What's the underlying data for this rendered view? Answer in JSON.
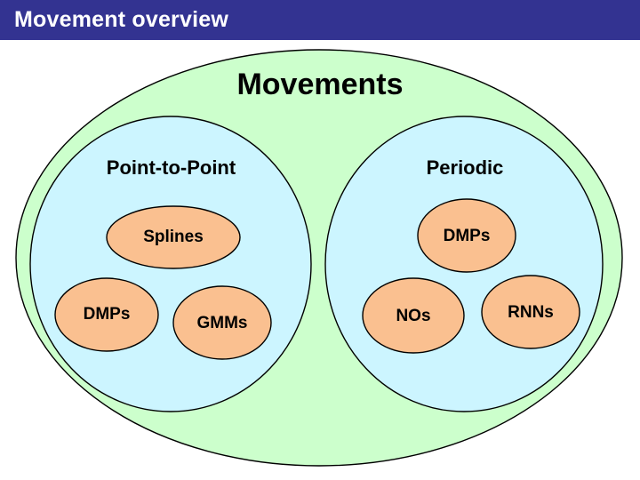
{
  "slide": {
    "title": "Movement overview",
    "title_bar_color": "#333391",
    "title_text_color": "#FFFFFF",
    "background_color": "#FFFFFF"
  },
  "diagram": {
    "type": "venn-taxonomy",
    "root": {
      "label": "Movements",
      "fill": "#CCFFCC",
      "stroke": "#000000"
    },
    "groups": [
      {
        "id": "point-to-point",
        "label": "Point-to-Point",
        "fill": "#CCF5FF",
        "stroke": "#000000",
        "items": [
          {
            "id": "splines",
            "label": "Splines",
            "fill": "#FAC090"
          },
          {
            "id": "dmps-left",
            "label": "DMPs",
            "fill": "#FAC090"
          },
          {
            "id": "gmms",
            "label": "GMMs",
            "fill": "#FAC090"
          }
        ]
      },
      {
        "id": "periodic",
        "label": "Periodic",
        "fill": "#CCF5FF",
        "stroke": "#000000",
        "items": [
          {
            "id": "dmps-right",
            "label": "DMPs",
            "fill": "#FAC090"
          },
          {
            "id": "nos",
            "label": "NOs",
            "fill": "#FAC090"
          },
          {
            "id": "rnns",
            "label": "RNNs",
            "fill": "#FAC090"
          }
        ]
      }
    ]
  }
}
